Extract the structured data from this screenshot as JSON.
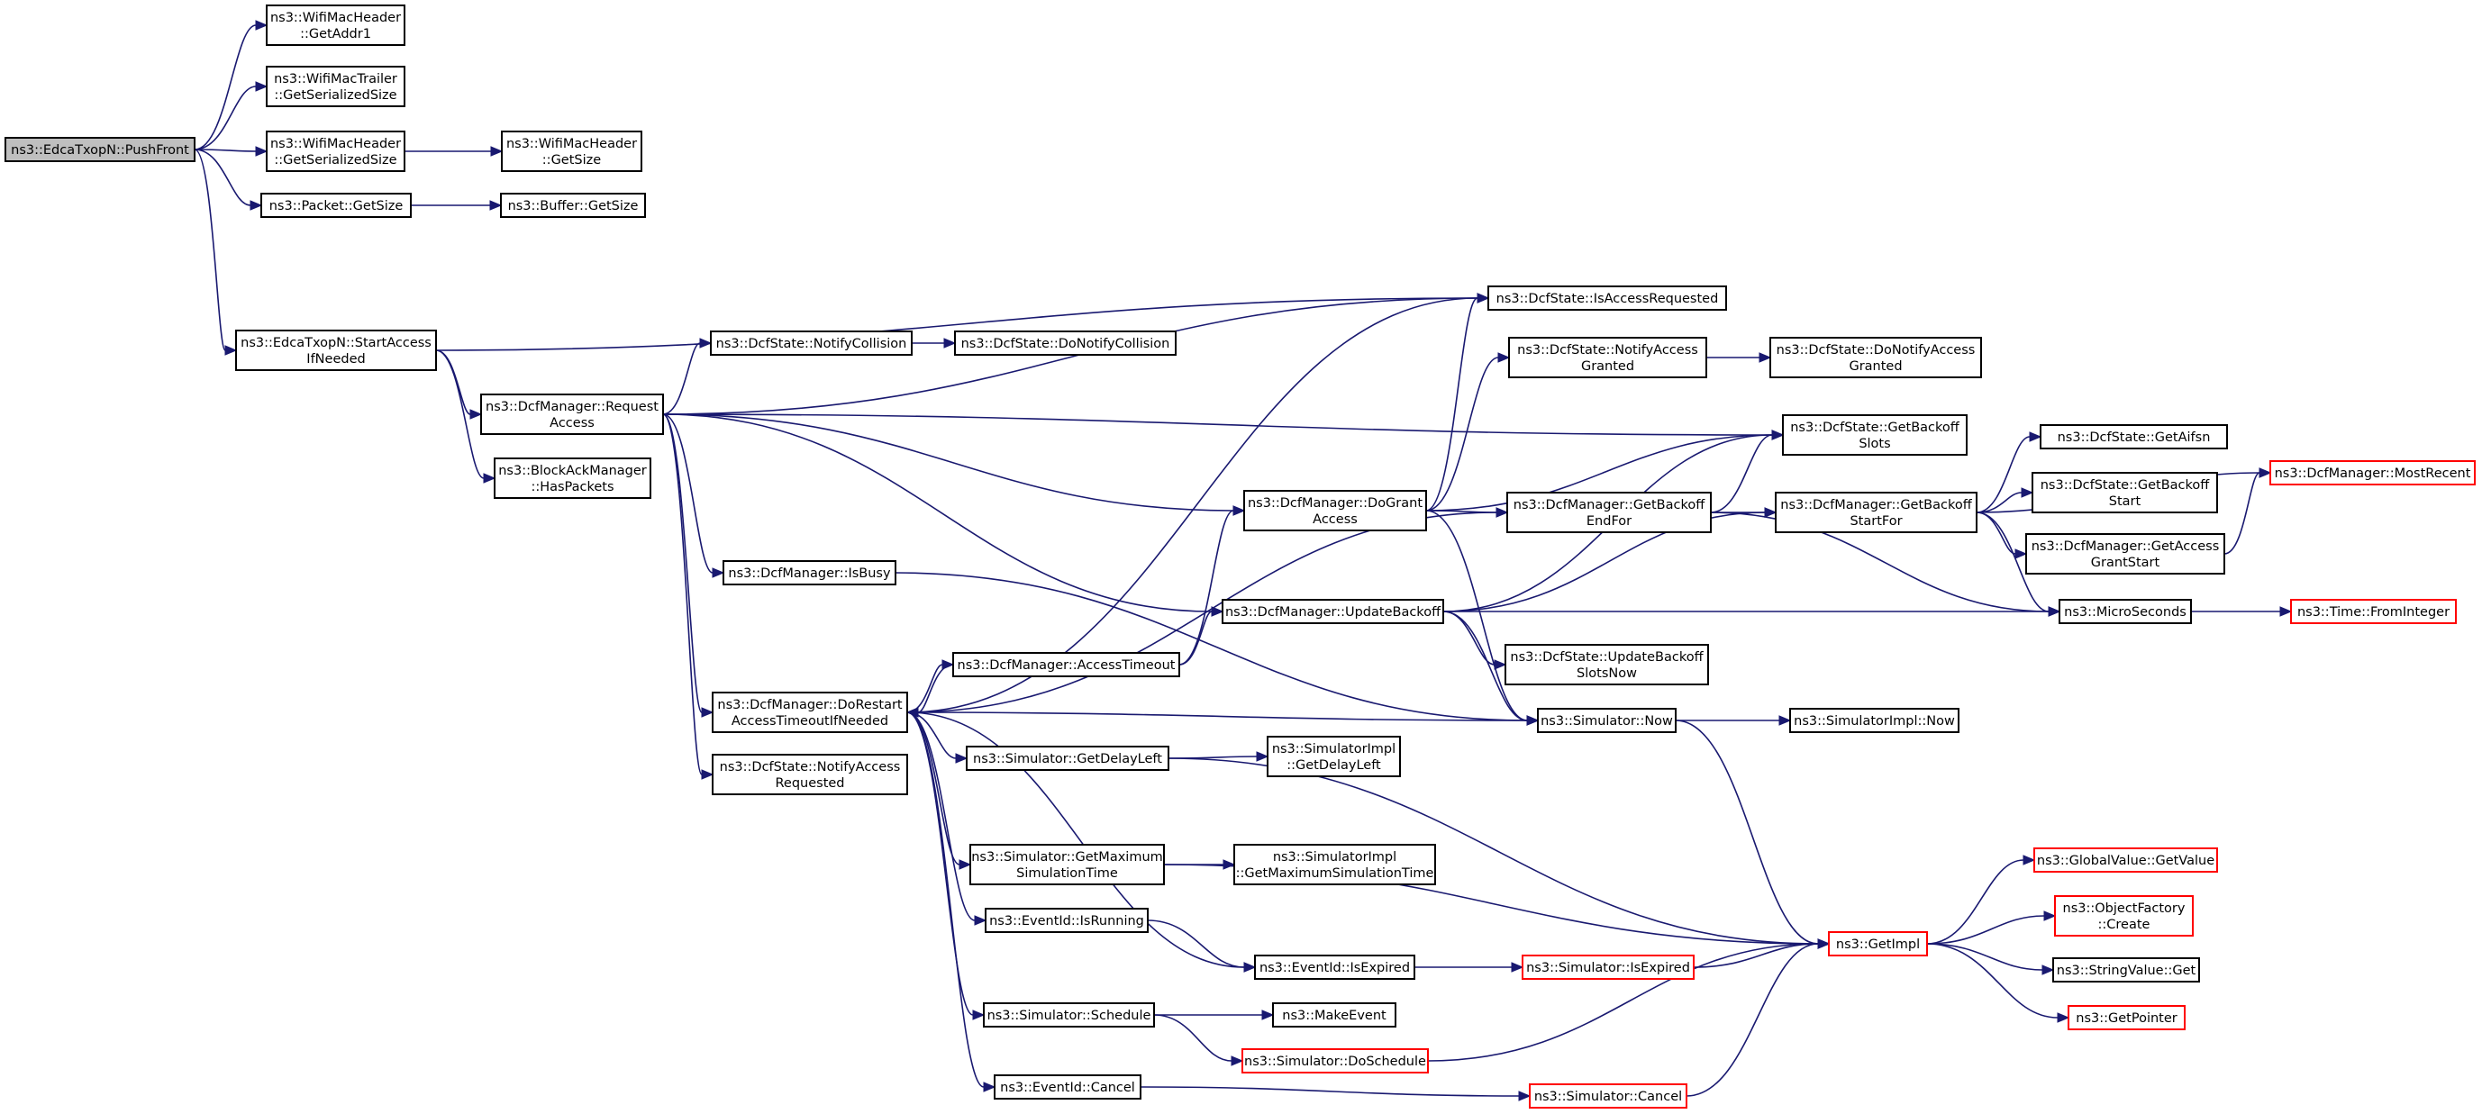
{
  "diagram": {
    "kind": "call-graph",
    "colors": {
      "edge": "#191970",
      "root_fill": "#bfbfbf",
      "normal_border": "#000000",
      "truncated_border": "#ff0000"
    },
    "nodes": [
      {
        "id": "pushfront",
        "lines": [
          "ns3::EdcaTxopN::PushFront"
        ],
        "style": "root"
      },
      {
        "id": "getaddr1",
        "lines": [
          "ns3::WifiMacHeader",
          "::GetAddr1"
        ],
        "style": "normal"
      },
      {
        "id": "trailer_ser",
        "lines": [
          "ns3::WifiMacTrailer",
          "::GetSerializedSize"
        ],
        "style": "normal"
      },
      {
        "id": "header_ser",
        "lines": [
          "ns3::WifiMacHeader",
          "::GetSerializedSize"
        ],
        "style": "normal"
      },
      {
        "id": "header_size",
        "lines": [
          "ns3::WifiMacHeader",
          "::GetSize"
        ],
        "style": "normal"
      },
      {
        "id": "packet_size",
        "lines": [
          "ns3::Packet::GetSize"
        ],
        "style": "normal"
      },
      {
        "id": "buffer_size",
        "lines": [
          "ns3::Buffer::GetSize"
        ],
        "style": "normal"
      },
      {
        "id": "startaccess",
        "lines": [
          "ns3::EdcaTxopN::StartAccess",
          "IfNeeded"
        ],
        "style": "normal"
      },
      {
        "id": "isaccessreq",
        "lines": [
          "ns3::DcfState::IsAccessRequested"
        ],
        "style": "normal"
      },
      {
        "id": "notifycoll",
        "lines": [
          "ns3::DcfState::NotifyCollision"
        ],
        "style": "normal"
      },
      {
        "id": "donotifycoll",
        "lines": [
          "ns3::DcfState::DoNotifyCollision"
        ],
        "style": "normal"
      },
      {
        "id": "notifyaccgranted",
        "lines": [
          "ns3::DcfState::NotifyAccess",
          "Granted"
        ],
        "style": "normal"
      },
      {
        "id": "donotifyaccgranted",
        "lines": [
          "ns3::DcfState::DoNotifyAccess",
          "Granted"
        ],
        "style": "normal"
      },
      {
        "id": "requestaccess",
        "lines": [
          "ns3::DcfManager::Request",
          "Access"
        ],
        "style": "normal"
      },
      {
        "id": "haspackets",
        "lines": [
          "ns3::BlockAckManager",
          "::HasPackets"
        ],
        "style": "normal"
      },
      {
        "id": "getbackoffslots",
        "lines": [
          "ns3::DcfState::GetBackoff",
          "Slots"
        ],
        "style": "normal"
      },
      {
        "id": "getaifsn",
        "lines": [
          "ns3::DcfState::GetAifsn"
        ],
        "style": "normal"
      },
      {
        "id": "mostrecent",
        "lines": [
          "ns3::DcfManager::MostRecent"
        ],
        "style": "truncated"
      },
      {
        "id": "dogrant",
        "lines": [
          "ns3::DcfManager::DoGrant",
          "Access"
        ],
        "style": "normal"
      },
      {
        "id": "backoffendfor",
        "lines": [
          "ns3::DcfManager::GetBackoff",
          "EndFor"
        ],
        "style": "normal"
      },
      {
        "id": "backoffstartfor",
        "lines": [
          "ns3::DcfManager::GetBackoff",
          "StartFor"
        ],
        "style": "normal"
      },
      {
        "id": "getbackoffstart",
        "lines": [
          "ns3::DcfState::GetBackoff",
          "Start"
        ],
        "style": "normal"
      },
      {
        "id": "getaccessgrantstart",
        "lines": [
          "ns3::DcfManager::GetAccess",
          "GrantStart"
        ],
        "style": "normal"
      },
      {
        "id": "isbusy",
        "lines": [
          "ns3::DcfManager::IsBusy"
        ],
        "style": "normal"
      },
      {
        "id": "updatebackoff",
        "lines": [
          "ns3::DcfManager::UpdateBackoff"
        ],
        "style": "normal"
      },
      {
        "id": "microseconds",
        "lines": [
          "ns3::MicroSeconds"
        ],
        "style": "normal"
      },
      {
        "id": "frominteger",
        "lines": [
          "ns3::Time::FromInteger"
        ],
        "style": "truncated"
      },
      {
        "id": "accesstimeout",
        "lines": [
          "ns3::DcfManager::AccessTimeout"
        ],
        "style": "normal"
      },
      {
        "id": "updatebackoffslotsnow",
        "lines": [
          "ns3::DcfState::UpdateBackoff",
          "SlotsNow"
        ],
        "style": "normal"
      },
      {
        "id": "dorestart",
        "lines": [
          "ns3::DcfManager::DoRestart",
          "AccessTimeoutIfNeeded"
        ],
        "style": "normal"
      },
      {
        "id": "simnow",
        "lines": [
          "ns3::Simulator::Now"
        ],
        "style": "normal"
      },
      {
        "id": "simimplnow",
        "lines": [
          "ns3::SimulatorImpl::Now"
        ],
        "style": "normal"
      },
      {
        "id": "notifyaccreq",
        "lines": [
          "ns3::DcfState::NotifyAccess",
          "Requested"
        ],
        "style": "normal"
      },
      {
        "id": "getdelayleft",
        "lines": [
          "ns3::Simulator::GetDelayLeft"
        ],
        "style": "normal"
      },
      {
        "id": "impl_getdelayleft",
        "lines": [
          "ns3::SimulatorImpl",
          "::GetDelayLeft"
        ],
        "style": "normal"
      },
      {
        "id": "getmaxsimtime",
        "lines": [
          "ns3::Simulator::GetMaximum",
          "SimulationTime"
        ],
        "style": "normal"
      },
      {
        "id": "impl_getmaxsimtime",
        "lines": [
          "ns3::SimulatorImpl",
          "::GetMaximumSimulationTime"
        ],
        "style": "normal"
      },
      {
        "id": "globalvalue",
        "lines": [
          "ns3::GlobalValue::GetValue"
        ],
        "style": "truncated"
      },
      {
        "id": "objectfactory",
        "lines": [
          "ns3::ObjectFactory",
          "::Create"
        ],
        "style": "truncated"
      },
      {
        "id": "isrunning",
        "lines": [
          "ns3::EventId::IsRunning"
        ],
        "style": "normal"
      },
      {
        "id": "getimpl",
        "lines": [
          "ns3::GetImpl"
        ],
        "style": "truncated"
      },
      {
        "id": "iseexpired",
        "lines": [
          "ns3::EventId::IsExpired"
        ],
        "style": "normal"
      },
      {
        "id": "simisexpired",
        "lines": [
          "ns3::Simulator::IsExpired"
        ],
        "style": "truncated"
      },
      {
        "id": "stringvalue",
        "lines": [
          "ns3::StringValue::Get"
        ],
        "style": "normal"
      },
      {
        "id": "getpointer",
        "lines": [
          "ns3::GetPointer"
        ],
        "style": "truncated"
      },
      {
        "id": "schedule",
        "lines": [
          "ns3::Simulator::Schedule"
        ],
        "style": "normal"
      },
      {
        "id": "makeevent",
        "lines": [
          "ns3::MakeEvent"
        ],
        "style": "normal"
      },
      {
        "id": "doschedule",
        "lines": [
          "ns3::Simulator::DoSchedule"
        ],
        "style": "truncated"
      },
      {
        "id": "eventcancel",
        "lines": [
          "ns3::EventId::Cancel"
        ],
        "style": "normal"
      },
      {
        "id": "simcancel",
        "lines": [
          "ns3::Simulator::Cancel"
        ],
        "style": "truncated"
      }
    ],
    "edges": [
      [
        "pushfront",
        "getaddr1"
      ],
      [
        "pushfront",
        "trailer_ser"
      ],
      [
        "pushfront",
        "header_ser"
      ],
      [
        "pushfront",
        "packet_size"
      ],
      [
        "pushfront",
        "startaccess"
      ],
      [
        "header_ser",
        "header_size"
      ],
      [
        "packet_size",
        "buffer_size"
      ],
      [
        "startaccess",
        "isaccessreq"
      ],
      [
        "startaccess",
        "requestaccess"
      ],
      [
        "startaccess",
        "haspackets"
      ],
      [
        "requestaccess",
        "isaccessreq"
      ],
      [
        "requestaccess",
        "notifycoll"
      ],
      [
        "requestaccess",
        "getbackoffslots"
      ],
      [
        "requestaccess",
        "dogrant"
      ],
      [
        "requestaccess",
        "isbusy"
      ],
      [
        "requestaccess",
        "updatebackoff"
      ],
      [
        "requestaccess",
        "dorestart"
      ],
      [
        "requestaccess",
        "notifyaccreq"
      ],
      [
        "notifycoll",
        "donotifycoll"
      ],
      [
        "notifyaccgranted",
        "donotifyaccgranted"
      ],
      [
        "dogrant",
        "isaccessreq"
      ],
      [
        "dogrant",
        "notifyaccgranted"
      ],
      [
        "dogrant",
        "getbackoffslots"
      ],
      [
        "dogrant",
        "backoffendfor"
      ],
      [
        "dogrant",
        "simnow"
      ],
      [
        "backoffendfor",
        "getbackoffslots"
      ],
      [
        "backoffendfor",
        "backoffstartfor"
      ],
      [
        "backoffendfor",
        "microseconds"
      ],
      [
        "backoffstartfor",
        "getaifsn"
      ],
      [
        "backoffstartfor",
        "getbackoffstart"
      ],
      [
        "backoffstartfor",
        "getaccessgrantstart"
      ],
      [
        "backoffstartfor",
        "mostrecent"
      ],
      [
        "backoffstartfor",
        "microseconds"
      ],
      [
        "getaccessgrantstart",
        "mostrecent"
      ],
      [
        "isbusy",
        "simnow"
      ],
      [
        "updatebackoff",
        "getbackoffslots"
      ],
      [
        "updatebackoff",
        "backoffstartfor"
      ],
      [
        "updatebackoff",
        "microseconds"
      ],
      [
        "updatebackoff",
        "updatebackoffslotsnow"
      ],
      [
        "updatebackoff",
        "simnow"
      ],
      [
        "microseconds",
        "frominteger"
      ],
      [
        "accesstimeout",
        "dogrant"
      ],
      [
        "accesstimeout",
        "updatebackoff"
      ],
      [
        "accesstimeout",
        "dorestart"
      ],
      [
        "dorestart",
        "isaccessreq"
      ],
      [
        "dorestart",
        "backoffendfor"
      ],
      [
        "dorestart",
        "accesstimeout"
      ],
      [
        "dorestart",
        "simnow"
      ],
      [
        "dorestart",
        "getdelayleft"
      ],
      [
        "dorestart",
        "getmaxsimtime"
      ],
      [
        "dorestart",
        "isrunning"
      ],
      [
        "dorestart",
        "iseexpired"
      ],
      [
        "dorestart",
        "schedule"
      ],
      [
        "dorestart",
        "eventcancel"
      ],
      [
        "simnow",
        "simimplnow"
      ],
      [
        "simnow",
        "getimpl"
      ],
      [
        "getdelayleft",
        "impl_getdelayleft"
      ],
      [
        "getdelayleft",
        "getimpl"
      ],
      [
        "getmaxsimtime",
        "impl_getmaxsimtime"
      ],
      [
        "getmaxsimtime",
        "getimpl"
      ],
      [
        "isrunning",
        "iseexpired"
      ],
      [
        "iseexpired",
        "simisexpired"
      ],
      [
        "simisexpired",
        "getimpl"
      ],
      [
        "schedule",
        "makeevent"
      ],
      [
        "schedule",
        "doschedule"
      ],
      [
        "doschedule",
        "getimpl"
      ],
      [
        "eventcancel",
        "simcancel"
      ],
      [
        "simcancel",
        "getimpl"
      ],
      [
        "getimpl",
        "globalvalue"
      ],
      [
        "getimpl",
        "objectfactory"
      ],
      [
        "getimpl",
        "stringvalue"
      ],
      [
        "getimpl",
        "getpointer"
      ]
    ]
  }
}
